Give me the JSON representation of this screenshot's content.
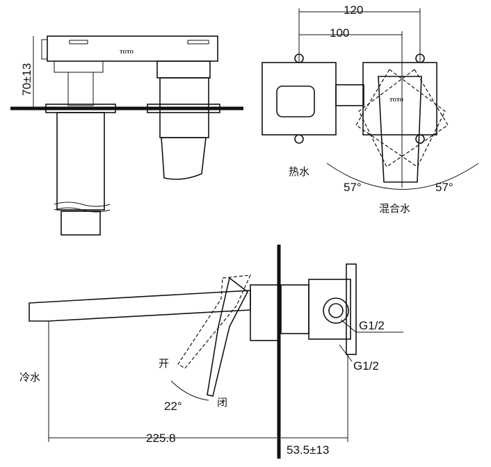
{
  "dimensions": {
    "width_total": "120",
    "width_inner": "100",
    "height_adjust": "70±13",
    "spout_length": "225.8",
    "wall_depth": "53.5±13",
    "rotation_left": "57°",
    "rotation_right": "57°",
    "lever_angle": "22°"
  },
  "labels": {
    "hot_water": "热水",
    "mixed_water": "混合水",
    "cold_water": "冷水",
    "open": "开",
    "close": "闭",
    "thread_top": "G1/2",
    "thread_bottom": "G1/2"
  },
  "logo": {
    "brand": "TOTO"
  }
}
